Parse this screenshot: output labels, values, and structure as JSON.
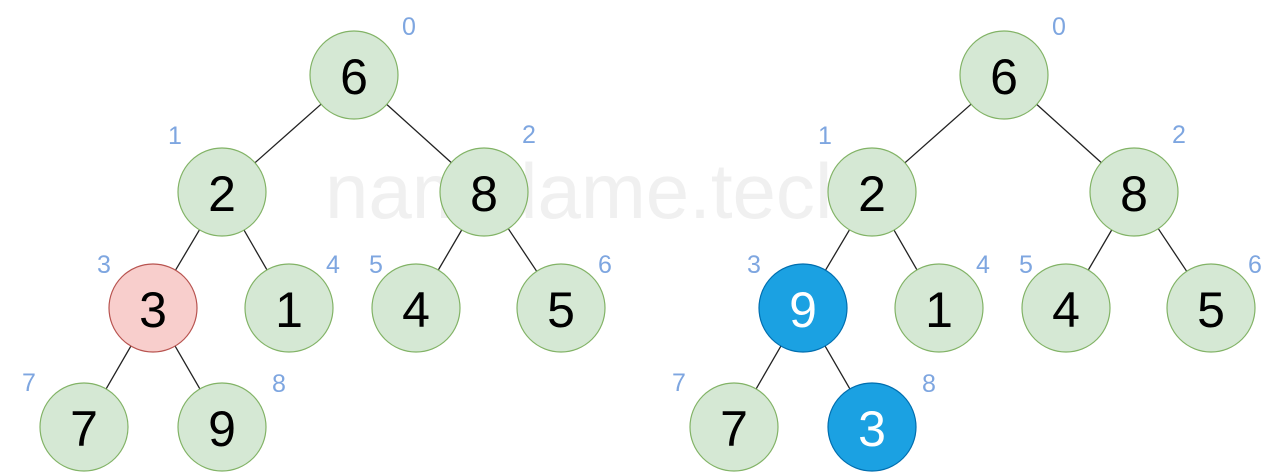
{
  "watermark": "namidame.tech",
  "colors": {
    "default_fill": "#d5e8d4",
    "default_stroke": "#82b366",
    "highlight_fill": "#f8cecc",
    "highlight_stroke": "#b85450",
    "swap_fill": "#1ba1e2",
    "swap_stroke": "#006eaf",
    "index_label": "#7ea6e0",
    "text_dark": "#000000",
    "text_light": "#ffffff"
  },
  "trees": [
    {
      "id": "before",
      "nodes": [
        {
          "index": "0",
          "value": "6",
          "state": "default"
        },
        {
          "index": "1",
          "value": "2",
          "state": "default"
        },
        {
          "index": "2",
          "value": "8",
          "state": "default"
        },
        {
          "index": "3",
          "value": "3",
          "state": "highlight"
        },
        {
          "index": "4",
          "value": "1",
          "state": "default"
        },
        {
          "index": "5",
          "value": "4",
          "state": "default"
        },
        {
          "index": "6",
          "value": "5",
          "state": "default"
        },
        {
          "index": "7",
          "value": "7",
          "state": "default"
        },
        {
          "index": "8",
          "value": "9",
          "state": "default"
        }
      ]
    },
    {
      "id": "after",
      "nodes": [
        {
          "index": "0",
          "value": "6",
          "state": "default"
        },
        {
          "index": "1",
          "value": "2",
          "state": "default"
        },
        {
          "index": "2",
          "value": "8",
          "state": "default"
        },
        {
          "index": "3",
          "value": "9",
          "state": "swap"
        },
        {
          "index": "4",
          "value": "1",
          "state": "default"
        },
        {
          "index": "5",
          "value": "4",
          "state": "default"
        },
        {
          "index": "6",
          "value": "5",
          "state": "default"
        },
        {
          "index": "7",
          "value": "7",
          "state": "default"
        },
        {
          "index": "8",
          "value": "3",
          "state": "swap"
        }
      ]
    }
  ],
  "edges": [
    [
      0,
      1
    ],
    [
      0,
      2
    ],
    [
      1,
      3
    ],
    [
      1,
      4
    ],
    [
      2,
      5
    ],
    [
      2,
      6
    ],
    [
      3,
      7
    ],
    [
      3,
      8
    ]
  ]
}
